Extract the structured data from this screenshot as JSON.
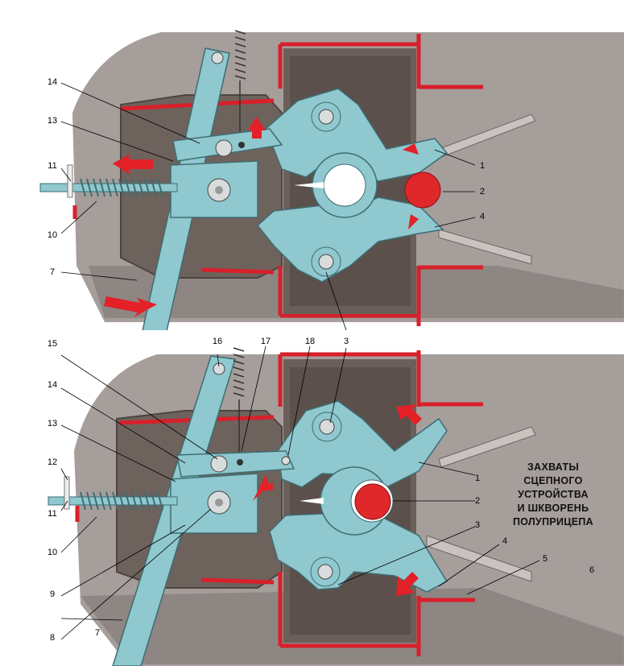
{
  "caption": [
    "ЗАХВАТЫ",
    "СЦЕПНОГО",
    "УСТРОЙСТВА",
    "И ШКВОРЕНЬ",
    "ПОЛУПРИЦЕПА"
  ],
  "colors": {
    "background": "#ffffff",
    "housing_grey": "#9a9390",
    "frame_brown": "#6e625c",
    "frame_dark": "#4e4440",
    "red_beam": "#d8202b",
    "mechanism_cyan": "#8fc8cf",
    "cyan_shadow": "#5f9aa2",
    "kingpin_red": "#e0282a",
    "arrow_red": "#e42028"
  },
  "top_labels": {
    "n14": "14",
    "n13": "13",
    "n11": "11",
    "n10": "10",
    "n7": "7",
    "n1": "1",
    "n2": "2",
    "n4": "4",
    "n3": "3"
  },
  "bottom_labels": {
    "n15": "15",
    "n16": "16",
    "n17": "17",
    "n18": "18",
    "n3a": "3",
    "n14": "14",
    "n13": "13",
    "n12": "12",
    "n11": "11",
    "n10": "10",
    "n9": "9",
    "n8": "8",
    "n7": "7",
    "n1": "1",
    "n2": "2",
    "n3b": "3",
    "n4": "4",
    "n5": "5",
    "n6": "6"
  }
}
